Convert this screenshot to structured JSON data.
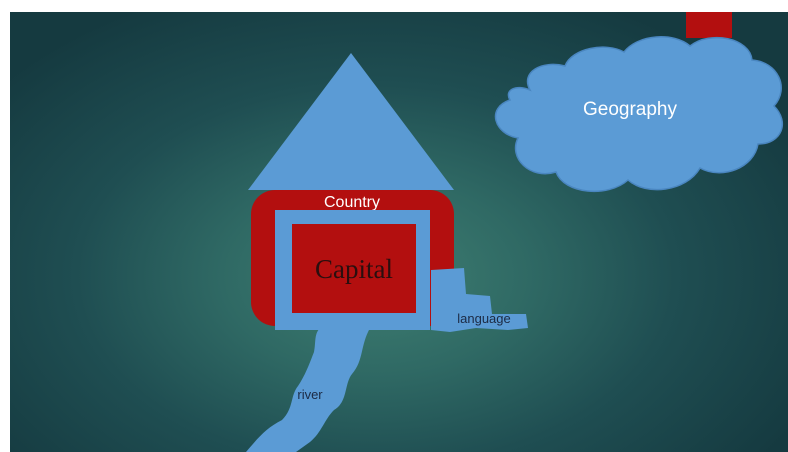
{
  "diagram": {
    "house": {
      "roof_label": "Country",
      "center_label": "Capital"
    },
    "river_label": "river",
    "language_label": "language",
    "cloud_label": "Geography"
  },
  "colors": {
    "background": "#2f6964",
    "blue": "#5b9bd5",
    "red": "#b30f0f"
  }
}
